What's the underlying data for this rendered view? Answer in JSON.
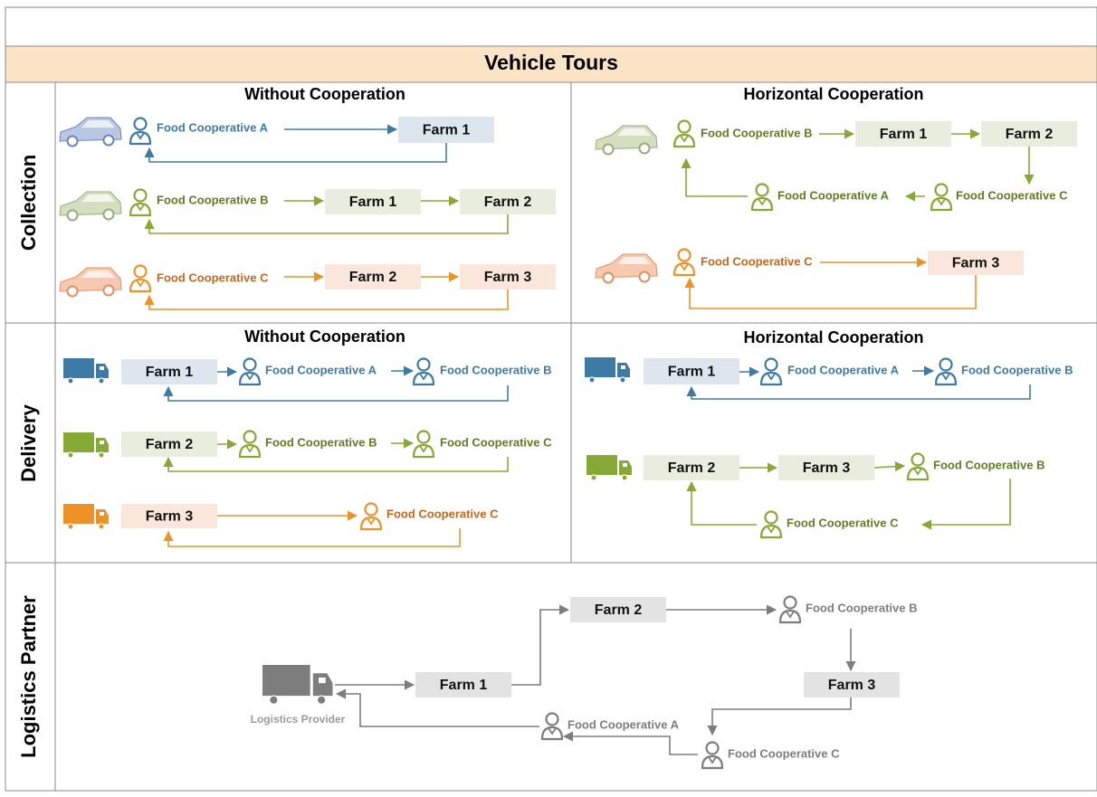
{
  "colors": {
    "blue": "#3d7ba6",
    "blue_fill": "#dde6ef",
    "green": "#86a834",
    "green_text": "#5f7d22",
    "green_fill": "#e9eddd",
    "orange": "#ee9227",
    "orange_text": "#c8661c",
    "orange_fill": "#fbe6dc",
    "gray": "#7d7d7d",
    "gray_fill": "#e3e3e3",
    "header_fill": "#fbe4c6",
    "border": "#8a8a8a"
  },
  "title": "Vehicle Tours",
  "rows": {
    "collection": "Collection",
    "delivery": "Delivery",
    "logistics": "Logistics Partner"
  },
  "columns": {
    "without": "Without Cooperation",
    "horizontal": "Horizontal Cooperation",
    "without_delivery": "Without Cooperation",
    "horizontal_delivery": "Horizontal Cooperation"
  },
  "labels": {
    "farm1": "Farm 1",
    "farm2": "Farm 2",
    "farm3": "Farm 3",
    "coopA": "Food Cooperative A",
    "coopB": "Food Cooperative B",
    "coopC": "Food Cooperative C",
    "provider": "Logistics Provider"
  },
  "icons": [
    "car-icon",
    "truck-icon",
    "person-icon",
    "arrow-icon"
  ]
}
